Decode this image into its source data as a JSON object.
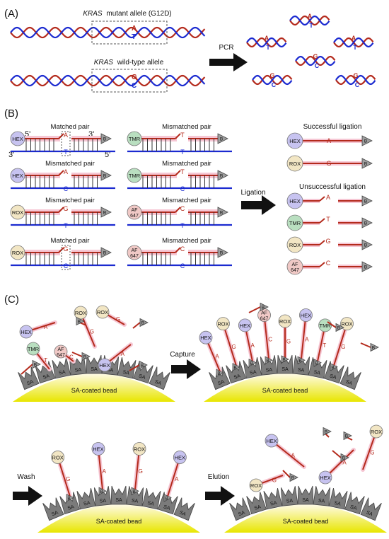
{
  "panels": {
    "a": {
      "label": "(A)",
      "mutant_caption_gene": "KRAS",
      "mutant_caption_rest": "mutant allele (G12D)",
      "wildtype_caption_gene": "KRAS",
      "wildtype_caption_rest": "wild-type allele",
      "mutant_top": "A",
      "mutant_bottom": "T",
      "wildtype_top": "G",
      "wildtype_bottom": "C",
      "arrow_label": "PCR",
      "products": [
        {
          "top": "A",
          "bottom": "T"
        },
        {
          "top": "A",
          "bottom": "T"
        },
        {
          "top": "A",
          "bottom": "T"
        },
        {
          "top": "G",
          "bottom": "C"
        },
        {
          "top": "G",
          "bottom": "C"
        },
        {
          "top": "G",
          "bottom": "C"
        }
      ]
    },
    "b": {
      "label": "(B)",
      "end_5_top": "5'",
      "end_3_top": "3'",
      "end_3_bottom": "3'",
      "end_5_bottom": "5'",
      "pairs": [
        {
          "title": "Matched pair",
          "dye": "HEX",
          "probe_base": "A",
          "target_base": "T"
        },
        {
          "title": "Mismatched pair",
          "dye": "HEX",
          "probe_base": "A",
          "target_base": "C"
        },
        {
          "title": "Mismatched pair",
          "dye": "ROX",
          "probe_base": "G",
          "target_base": "T"
        },
        {
          "title": "Matched pair",
          "dye": "ROX",
          "probe_base": "G",
          "target_base": "C"
        },
        {
          "title": "Mismatched pair",
          "dye": "TMR",
          "probe_base": "T",
          "target_base": "T"
        },
        {
          "title": "Mismatched pair",
          "dye": "TMR",
          "probe_base": "T",
          "target_base": "C"
        },
        {
          "title": "Mismatched pair",
          "dye": "AF 647",
          "probe_base": "C",
          "target_base": "T"
        },
        {
          "title": "Mismatched pair",
          "dye": "AF 647",
          "probe_base": "C",
          "target_base": "C"
        }
      ],
      "biotin": "B",
      "arrow_label": "Ligation",
      "successful_title": "Successful ligation",
      "successful": [
        {
          "dye": "HEX",
          "base": "A"
        },
        {
          "dye": "ROX",
          "base": "G"
        }
      ],
      "unsuccessful_title": "Unsuccessful ligation",
      "unsuccessful": [
        {
          "dye": "HEX",
          "base": "A"
        },
        {
          "dye": "TMR",
          "base": "T"
        },
        {
          "dye": "ROX",
          "base": "G"
        },
        {
          "dye": "AF 647",
          "base": "C"
        }
      ]
    },
    "c": {
      "label": "(C)",
      "sa": "SA",
      "bead_label": "SA-coated bead",
      "capture_label": "Capture",
      "wash_label": "Wash",
      "elution_label": "Elution",
      "mix_probes": [
        {
          "dye": "HEX",
          "base": "A"
        },
        {
          "dye": "ROX",
          "base": "G"
        },
        {
          "dye": "ROX",
          "base": "G"
        },
        {
          "dye": "TMR",
          "base": "T"
        },
        {
          "dye": "AF 647",
          "base": "C"
        },
        {
          "dye": "HEX",
          "base": "A"
        }
      ],
      "captured": [
        {
          "dye": "HEX",
          "base": "A"
        },
        {
          "dye": "ROX",
          "base": "G"
        },
        {
          "dye": "HEX",
          "base": "A"
        },
        {
          "dye": "AF 647",
          "base": "C"
        },
        {
          "dye": "ROX",
          "base": "G"
        },
        {
          "dye": "HEX",
          "base": "A"
        },
        {
          "dye": "TMR",
          "base": "T"
        },
        {
          "dye": "ROX",
          "base": "G"
        }
      ],
      "washed": [
        {
          "dye": "ROX",
          "base": "G"
        },
        {
          "dye": "HEX",
          "base": "A"
        },
        {
          "dye": "ROX",
          "base": "G"
        },
        {
          "dye": "HEX",
          "base": "A"
        }
      ],
      "eluted": [
        {
          "dye": "HEX",
          "base": "A"
        },
        {
          "dye": "ROX",
          "base": "G"
        },
        {
          "dye": "HEX",
          "base": "A"
        },
        {
          "dye": "ROX",
          "base": "G"
        }
      ]
    }
  },
  "colors": {
    "red_strand": "#b42a1c",
    "blue_strand": "#1b2ad0",
    "probe_highlight": "#f6c7d4",
    "HEX": "#c7c3f0",
    "ROX": "#f2e6c4",
    "TMR": "#b9dfc0",
    "AF 647": "#f0c9c6",
    "biotin": "#9e9e9e",
    "bead_top": "#fffbe8",
    "bead_bottom": "#e8e600"
  }
}
